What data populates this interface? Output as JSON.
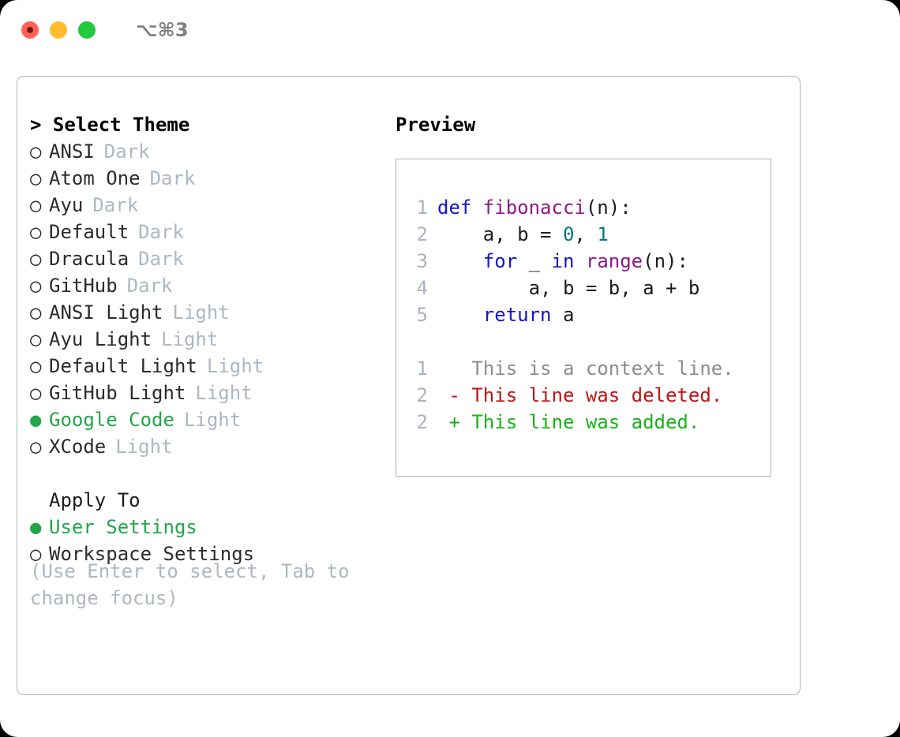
{
  "titlebar": {
    "shortcut": "⌥⌘3",
    "buttons": [
      "close",
      "minimize",
      "maximize"
    ]
  },
  "colors": {
    "accent_green": "#22a64a",
    "muted": "#aeb7c2",
    "border": "#aab3c0",
    "keyword": "#1414cc",
    "function": "#8a1a8a",
    "number": "#007a7a",
    "diff_context": "#8c8c8c",
    "diff_deleted": "#c01414",
    "diff_added": "#17b417"
  },
  "theme_picker": {
    "header": "> Select Theme",
    "items": [
      {
        "bullet": "○",
        "name": "ANSI",
        "kind": "Dark",
        "selected": false
      },
      {
        "bullet": "○",
        "name": "Atom One",
        "kind": "Dark",
        "selected": false
      },
      {
        "bullet": "○",
        "name": "Ayu",
        "kind": "Dark",
        "selected": false
      },
      {
        "bullet": "○",
        "name": "Default",
        "kind": "Dark",
        "selected": false
      },
      {
        "bullet": "○",
        "name": "Dracula",
        "kind": "Dark",
        "selected": false
      },
      {
        "bullet": "○",
        "name": "GitHub",
        "kind": "Dark",
        "selected": false
      },
      {
        "bullet": "○",
        "name": "ANSI Light",
        "kind": "Light",
        "selected": false
      },
      {
        "bullet": "○",
        "name": "Ayu Light",
        "kind": "Light",
        "selected": false
      },
      {
        "bullet": "○",
        "name": "Default Light",
        "kind": "Light",
        "selected": false
      },
      {
        "bullet": "○",
        "name": "GitHub Light",
        "kind": "Light",
        "selected": false
      },
      {
        "bullet": "●",
        "name": "Google Code",
        "kind": "Light",
        "selected": true
      },
      {
        "bullet": "○",
        "name": "XCode",
        "kind": "Light",
        "selected": false
      }
    ]
  },
  "apply_to": {
    "header": "Apply To",
    "items": [
      {
        "bullet": "●",
        "name": "User Settings",
        "selected": true
      },
      {
        "bullet": "○",
        "name": "Workspace Settings",
        "selected": false
      }
    ]
  },
  "hint": "(Use Enter to select, Tab to change focus)",
  "preview": {
    "title": "Preview",
    "code_lines": [
      {
        "no": "1",
        "segments": [
          {
            "text": "def ",
            "type": "kw"
          },
          {
            "text": "fibonacci",
            "type": "fn"
          },
          {
            "text": "(n):",
            "type": "pl"
          }
        ]
      },
      {
        "no": "2",
        "segments": [
          {
            "text": "    a, b = ",
            "type": "pl"
          },
          {
            "text": "0",
            "type": "num"
          },
          {
            "text": ", ",
            "type": "pl"
          },
          {
            "text": "1",
            "type": "num"
          }
        ]
      },
      {
        "no": "3",
        "segments": [
          {
            "text": "    ",
            "type": "pl"
          },
          {
            "text": "for",
            "type": "kw"
          },
          {
            "text": " _ ",
            "type": "pl"
          },
          {
            "text": "in",
            "type": "kw"
          },
          {
            "text": " ",
            "type": "pl"
          },
          {
            "text": "range",
            "type": "fn"
          },
          {
            "text": "(n):",
            "type": "pl"
          }
        ]
      },
      {
        "no": "4",
        "segments": [
          {
            "text": "        a, b = b, a + b",
            "type": "pl"
          }
        ]
      },
      {
        "no": "5",
        "segments": [
          {
            "text": "    ",
            "type": "pl"
          },
          {
            "text": "return",
            "type": "kw"
          },
          {
            "text": " a",
            "type": "pl"
          }
        ]
      }
    ],
    "diff_lines": [
      {
        "no": "1",
        "marker": "  ",
        "text": "This is a context line.",
        "type": "ctx"
      },
      {
        "no": "2",
        "marker": "- ",
        "text": "This line was deleted.",
        "type": "del"
      },
      {
        "no": "2",
        "marker": "+ ",
        "text": "This line was added.",
        "type": "add"
      }
    ]
  }
}
